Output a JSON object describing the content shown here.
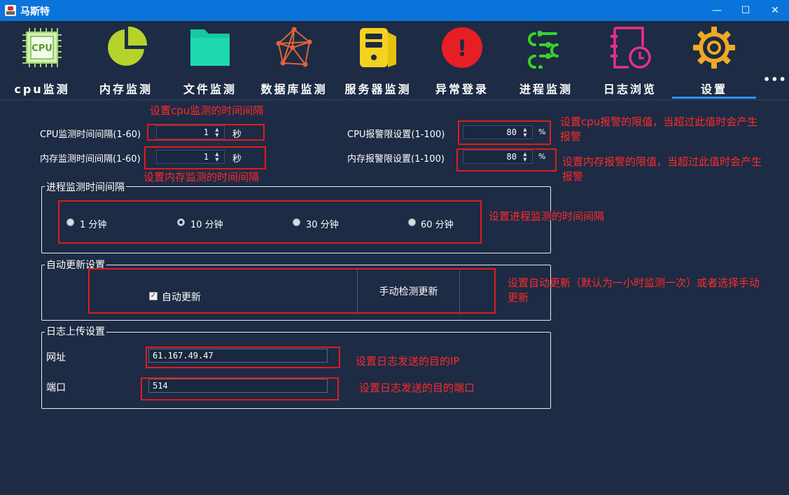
{
  "window": {
    "title": "马斯特",
    "min": "—",
    "max": "☐",
    "close": "✕"
  },
  "toolbar": {
    "items": [
      {
        "label": "cpu监测",
        "icon": "cpu-icon"
      },
      {
        "label": "内存监测",
        "icon": "pie-chart-icon"
      },
      {
        "label": "文件监测",
        "icon": "folder-icon"
      },
      {
        "label": "数据库监测",
        "icon": "network-icon"
      },
      {
        "label": "服务器监测",
        "icon": "server-icon"
      },
      {
        "label": "异常登录",
        "icon": "alert-icon"
      },
      {
        "label": "进程监测",
        "icon": "process-icon"
      },
      {
        "label": "日志浏览",
        "icon": "log-clock-icon"
      },
      {
        "label": "设置",
        "icon": "gear-icon"
      }
    ],
    "icon_text_cpu": "CPU",
    "icon_text_alert": "!",
    "more": "•••",
    "active_index": 8
  },
  "settings": {
    "cpu_interval_label": "CPU监测时间间隔(1-60)",
    "cpu_interval_value": "1",
    "cpu_interval_unit": "秒",
    "mem_interval_label": "内存监测时间间隔(1-60)",
    "mem_interval_value": "1",
    "mem_interval_unit": "秒",
    "cpu_alarm_label": "CPU报警限设置(1-100)",
    "cpu_alarm_value": "80",
    "cpu_alarm_unit": "%",
    "mem_alarm_label": "内存报警限设置(1-100)",
    "mem_alarm_value": "80",
    "mem_alarm_unit": "%",
    "spin_up": "▲",
    "spin_down": "▼"
  },
  "process_group": {
    "title": "进程监测时间间隔",
    "options": [
      "1 分钟",
      "10 分钟",
      "30 分钟",
      "60 分钟"
    ],
    "selected_index": 1
  },
  "update_group": {
    "title": "自动更新设置",
    "auto_update_label": "自动更新",
    "auto_update_checked": true,
    "check_mark": "✓",
    "manual_button": "手动检测更新"
  },
  "log_group": {
    "title": "日志上传设置",
    "url_label": "网址",
    "url_value": "61.167.49.47",
    "port_label": "端口",
    "port_value": "514"
  },
  "annotations": {
    "cpu_interval": "设置cpu监测的时间间隔",
    "mem_interval": "设置内存监测的时间间隔",
    "cpu_alarm_line1": "设置cpu报警的限值，当超过此值时会产生",
    "cpu_alarm_line2": "报警",
    "mem_alarm_line1": "设置内存报警的限值，当超过此值时会产生",
    "mem_alarm_line2": "报警",
    "process": "设置进程监测的时间间隔",
    "update_line1": "设置自动更新（默认为一小时监测一次）或者选择手动",
    "update_line2": "更新",
    "log_ip": "设置日志发送的目的IP",
    "log_port": "设置日志发送的目的端口"
  },
  "colors": {
    "background": "#1d2b44",
    "titlebar": "#0a74da",
    "annotation": "#e11b1b",
    "active_tab": "#2f8ef0"
  }
}
